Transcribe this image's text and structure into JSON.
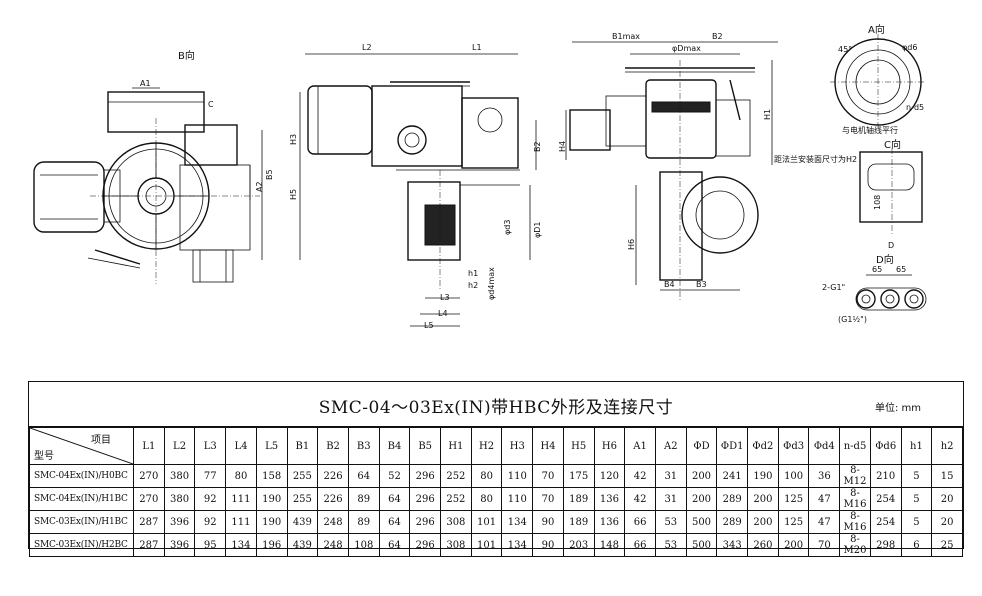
{
  "drawing": {
    "views": {
      "b_view": "B向",
      "a_view": "A向",
      "c_view": "C向",
      "d_view": "D向"
    },
    "labels": {
      "a1": "A1",
      "c": "C",
      "b5": "B5",
      "a2": "A2",
      "l2": "L2",
      "l1": "L1",
      "h3": "H3",
      "h5": "H5",
      "b2_side": "B2",
      "phi_d3": "φd3",
      "phi_d1": "φD1",
      "h1": "h1",
      "h2": "h2",
      "l3": "L3",
      "l4": "L4",
      "l5": "L5",
      "phi_d4": "φd4max",
      "b1max": "B1max",
      "b2": "B2",
      "phi_dmax": "φDmax",
      "h4": "H4",
      "h1_right": "H1",
      "h6": "H6",
      "b4": "B4",
      "b3": "B3",
      "a45": "45°",
      "phi_d6": "φd6",
      "n_d5": "n-d5",
      "motor_note": "与电机轴线平行",
      "flange_note": "距法兰安装面尺寸为H2",
      "c108": "108",
      "d_mark": "D",
      "g_thread": "2-G1\"",
      "g_half": "(G1½\")",
      "d65a": "65",
      "d65b": "65"
    }
  },
  "table": {
    "title": "SMC-04～03Ex(IN)带HBC外形及连接尺寸",
    "unit": "单位: mm",
    "corner_item": "项目",
    "corner_model": "型号",
    "headers": [
      "L1",
      "L2",
      "L3",
      "L4",
      "L5",
      "B1",
      "B2",
      "B3",
      "B4",
      "B5",
      "H1",
      "H2",
      "H3",
      "H4",
      "H5",
      "H6",
      "A1",
      "A2",
      "ΦD",
      "ΦD1",
      "Φd2",
      "Φd3",
      "Φd4",
      "n-d5",
      "Φd6",
      "h1",
      "h2"
    ],
    "rows": [
      {
        "model": "SMC-04Ex(IN)/H0BC",
        "values": [
          "270",
          "380",
          "77",
          "80",
          "158",
          "255",
          "226",
          "64",
          "52",
          "296",
          "252",
          "80",
          "110",
          "70",
          "175",
          "120",
          "42",
          "31",
          "200",
          "241",
          "190",
          "100",
          "36",
          "8-M12",
          "210",
          "5",
          "15"
        ]
      },
      {
        "model": "SMC-04Ex(IN)/H1BC",
        "values": [
          "270",
          "380",
          "92",
          "111",
          "190",
          "255",
          "226",
          "89",
          "64",
          "296",
          "252",
          "80",
          "110",
          "70",
          "189",
          "136",
          "42",
          "31",
          "200",
          "289",
          "200",
          "125",
          "47",
          "8-M16",
          "254",
          "5",
          "20"
        ]
      },
      {
        "model": "SMC-03Ex(IN)/H1BC",
        "values": [
          "287",
          "396",
          "92",
          "111",
          "190",
          "439",
          "248",
          "89",
          "64",
          "296",
          "308",
          "101",
          "134",
          "90",
          "189",
          "136",
          "66",
          "53",
          "500",
          "289",
          "200",
          "125",
          "47",
          "8-M16",
          "254",
          "5",
          "20"
        ]
      },
      {
        "model": "SMC-03Ex(IN)/H2BC",
        "values": [
          "287",
          "396",
          "95",
          "134",
          "196",
          "439",
          "248",
          "108",
          "64",
          "296",
          "308",
          "101",
          "134",
          "90",
          "203",
          "148",
          "66",
          "53",
          "500",
          "343",
          "260",
          "200",
          "70",
          "8-M20",
          "298",
          "6",
          "25"
        ]
      }
    ]
  }
}
